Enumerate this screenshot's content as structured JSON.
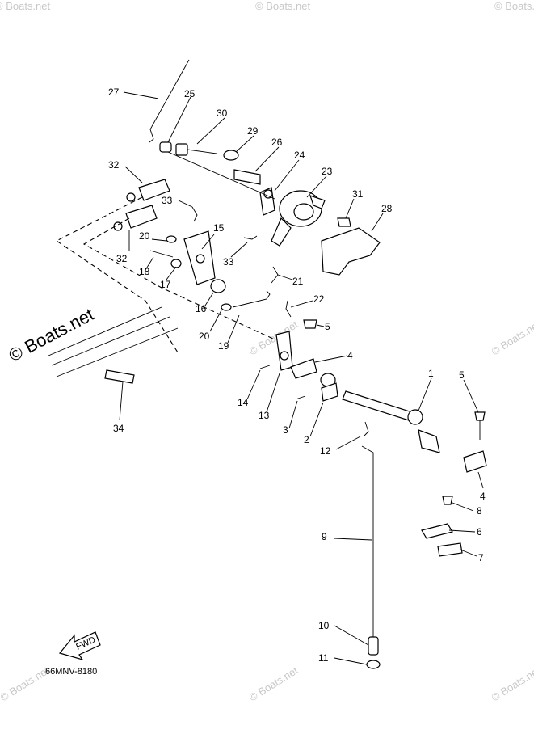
{
  "diagram": {
    "code": "66MNV-8180",
    "fwd_label": "FWD",
    "callouts": [
      "27",
      "25",
      "30",
      "29",
      "26",
      "24",
      "23",
      "31",
      "28",
      "32",
      "33",
      "15",
      "20",
      "33",
      "18",
      "17",
      "32",
      "21",
      "16",
      "22",
      "20",
      "5",
      "19",
      "4",
      "1",
      "5",
      "14",
      "13",
      "3",
      "2",
      "12",
      "4",
      "8",
      "9",
      "6",
      "7",
      "10",
      "11",
      "34"
    ],
    "watermarks": {
      "side": "© Boats.net",
      "corner": "© Boats.net"
    }
  }
}
